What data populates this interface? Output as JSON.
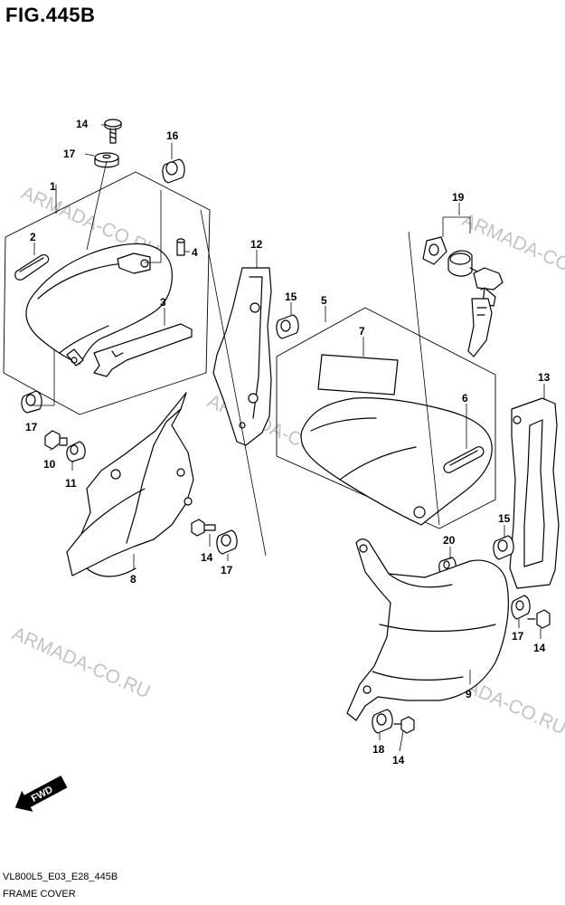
{
  "figure": {
    "title": "FIG.445B",
    "model_code": "VL800L5_E03_E28_445B",
    "name": "FRAME COVER"
  },
  "watermark": "ARMADA-CO.RU",
  "fwd_label": "FWD",
  "callouts": {
    "c1": "1",
    "c2": "2",
    "c3": "3",
    "c4": "4",
    "c5": "5",
    "c6": "6",
    "c7": "7",
    "c8": "8",
    "c9": "9",
    "c10": "10",
    "c11": "11",
    "c12": "12",
    "c13": "13",
    "c14a": "14",
    "c14b": "14",
    "c14c": "14",
    "c14d": "14",
    "c15a": "15",
    "c15b": "15",
    "c16": "16",
    "c17a": "17",
    "c17b": "17",
    "c17c": "17",
    "c17d": "17",
    "c18": "18",
    "c19": "19",
    "c20": "20"
  },
  "colors": {
    "line": "#000000",
    "watermark": "#c3c3c3",
    "paper": "#ffffff"
  }
}
